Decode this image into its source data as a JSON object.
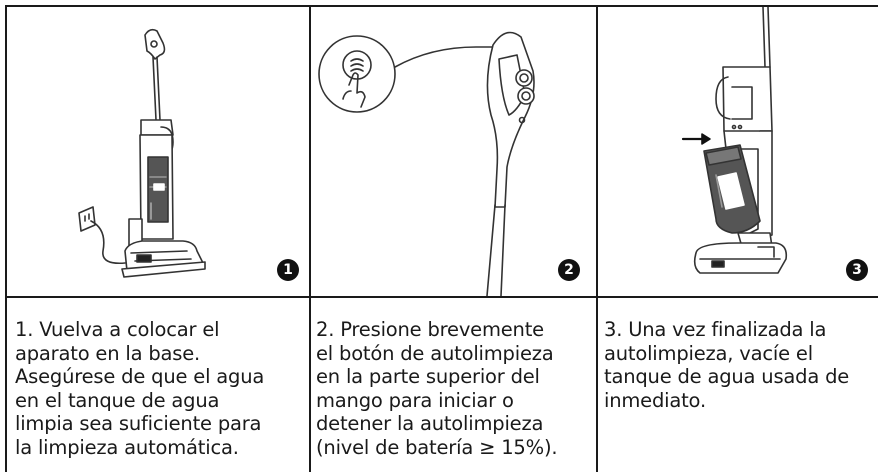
{
  "steps": [
    {
      "badge": "1",
      "illustration": "vacuum-on-base",
      "lines": [
        "1. Vuelva a colocar el",
        "aparato en la base.",
        "Asegúrese de que el agua",
        "en el tanque de agua",
        "limpia sea suficiente para",
        "la limpieza automática."
      ]
    },
    {
      "badge": "2",
      "illustration": "press-self-clean-button",
      "lines": [
        "2. Presione brevemente",
        "el botón de autolimpieza",
        "en la parte superior del",
        "mango para iniciar o",
        "detener la autolimpieza",
        "(nivel de batería ≥ 15%)."
      ]
    },
    {
      "badge": "3",
      "illustration": "remove-dirty-water-tank",
      "lines": [
        "3. Una vez finalizada la",
        "autolimpieza, vacíe el",
        "tanque de agua usada de",
        "inmediato."
      ]
    }
  ]
}
